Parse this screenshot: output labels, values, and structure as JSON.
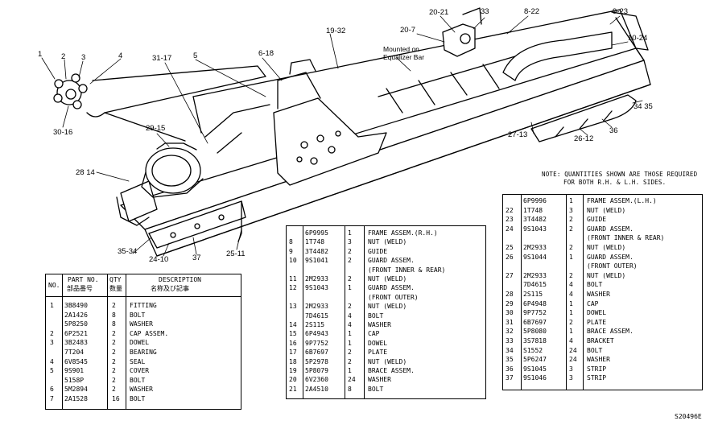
{
  "callouts": {
    "c1": "1",
    "c2": "2",
    "c3": "3",
    "c4": "4",
    "c5": "5",
    "c30_16": "30-16",
    "c31_17": "31-17",
    "c6_18": "6-18",
    "c19_32": "19-32",
    "mounted": "Mounted on",
    "equalizer": "Equalizer Bar",
    "c20_7": "20-7",
    "c20_21": "20-21",
    "c33": "33",
    "c8_22": "8-22",
    "c9_23": "9-23",
    "c10_24": "10-24",
    "c34_35": "34 35",
    "c36": "36",
    "c27_13": "27-13",
    "c26_12": "26-12",
    "c29_15": "29-15",
    "c28_14": "28 14",
    "c35_34": "35-34",
    "c24_10": "24-10",
    "c37": "37",
    "c25_11": "25-11"
  },
  "note": {
    "line1": "NOTE: QUANTITIES SHOWN ARE THOSE REQUIRED",
    "line2": "FOR BOTH R.H. & L.H. SIDES."
  },
  "left_table": {
    "h_no": "NO.",
    "h_part": "PART NO.",
    "h_part_jp": "部品番号",
    "h_qty": "QTY",
    "h_qty_jp": "数量",
    "h_desc": "DESCRIPTION",
    "h_desc_jp": "名称及び記事",
    "rows": [
      {
        "no": "1",
        "part": "3B8490",
        "qty": "2",
        "desc": "FITTING"
      },
      {
        "no": "",
        "part": "2A1426",
        "qty": "8",
        "desc": "BOLT"
      },
      {
        "no": "",
        "part": "5P8250",
        "qty": "8",
        "desc": "WASHER"
      },
      {
        "no": "2",
        "part": "6P2521",
        "qty": "2",
        "desc": "CAP ASSEM."
      },
      {
        "no": "3",
        "part": "3B2483",
        "qty": "2",
        "desc": "  DOWEL"
      },
      {
        "no": "",
        "part": "7T204",
        "qty": "2",
        "desc": "BEARING"
      },
      {
        "no": "4",
        "part": "6V8545",
        "qty": "2",
        "desc": "SEAL"
      },
      {
        "no": "5",
        "part": "9S901",
        "qty": "2",
        "desc": "COVER"
      },
      {
        "no": "",
        "part": "5158P",
        "qty": "2",
        "desc": "BOLT"
      },
      {
        "no": "6",
        "part": "5M2894",
        "qty": "2",
        "desc": "WASHER"
      },
      {
        "no": "7",
        "part": "2A1528",
        "qty": "16",
        "desc": "BOLT"
      }
    ]
  },
  "mid_table": {
    "rows": [
      {
        "no": "",
        "part": "6P9995",
        "qty": "1",
        "desc": "FRAME ASSEM.(R.H.)"
      },
      {
        "no": "8",
        "part": "1T748",
        "qty": "3",
        "desc": "NUT (WELD)"
      },
      {
        "no": "9",
        "part": "3T4482",
        "qty": "2",
        "desc": "GUIDE"
      },
      {
        "no": "10",
        "part": "9S1041",
        "qty": "2",
        "desc": "GUARD ASSEM."
      },
      {
        "no": "",
        "part": "",
        "qty": "",
        "desc": "(FRONT INNER & REAR)"
      },
      {
        "no": "11",
        "part": "2M2933",
        "qty": "2",
        "desc": "  NUT (WELD)"
      },
      {
        "no": "12",
        "part": "9S1043",
        "qty": "1",
        "desc": "GUARD ASSEM."
      },
      {
        "no": "",
        "part": "",
        "qty": "",
        "desc": "(FRONT OUTER)"
      },
      {
        "no": "13",
        "part": "2M2933",
        "qty": "2",
        "desc": "  NUT (WELD)"
      },
      {
        "no": "",
        "part": "7D4615",
        "qty": "4",
        "desc": "BOLT"
      },
      {
        "no": "14",
        "part": "2S115",
        "qty": "4",
        "desc": "WASHER"
      },
      {
        "no": "15",
        "part": "6P4943",
        "qty": "1",
        "desc": "CAP"
      },
      {
        "no": "16",
        "part": "9P7752",
        "qty": "1",
        "desc": "DOWEL"
      },
      {
        "no": "17",
        "part": "6B7697",
        "qty": "2",
        "desc": "PLATE"
      },
      {
        "no": "18",
        "part": "5P2978",
        "qty": "2",
        "desc": "NUT (WELD)"
      },
      {
        "no": "19",
        "part": "5P8079",
        "qty": "1",
        "desc": "BRACE ASSEM."
      },
      {
        "no": "20",
        "part": "6V2360",
        "qty": "24",
        "desc": "WASHER"
      },
      {
        "no": "21",
        "part": "2A4510",
        "qty": "8",
        "desc": "BOLT"
      }
    ]
  },
  "right_table": {
    "rows": [
      {
        "no": "",
        "part": "6P9996",
        "qty": "1",
        "desc": "FRAME ASSEM.(L.H.)"
      },
      {
        "no": "22",
        "part": "1T748",
        "qty": "3",
        "desc": "NUT (WELD)"
      },
      {
        "no": "23",
        "part": "3T4482",
        "qty": "2",
        "desc": "GUIDE"
      },
      {
        "no": "24",
        "part": "9S1043",
        "qty": "2",
        "desc": "GUARD ASSEM."
      },
      {
        "no": "",
        "part": "",
        "qty": "",
        "desc": "(FRONT INNER & REAR)"
      },
      {
        "no": "25",
        "part": "2M2933",
        "qty": "2",
        "desc": "  NUT (WELD)"
      },
      {
        "no": "26",
        "part": "9S1044",
        "qty": "1",
        "desc": "GUARD ASSEM."
      },
      {
        "no": "",
        "part": "",
        "qty": "",
        "desc": "(FRONT OUTER)"
      },
      {
        "no": "27",
        "part": "2M2933",
        "qty": "2",
        "desc": "  NUT (WELD)"
      },
      {
        "no": "",
        "part": "7D4615",
        "qty": "4",
        "desc": "BOLT"
      },
      {
        "no": "28",
        "part": "2S115",
        "qty": "4",
        "desc": "WASHER"
      },
      {
        "no": "29",
        "part": "6P4948",
        "qty": "1",
        "desc": "CAP"
      },
      {
        "no": "30",
        "part": "9P7752",
        "qty": "1",
        "desc": "DOWEL"
      },
      {
        "no": "31",
        "part": "6B7697",
        "qty": "2",
        "desc": "PLATE"
      },
      {
        "no": "32",
        "part": "5P8080",
        "qty": "1",
        "desc": "BRACE ASSEM."
      },
      {
        "no": "33",
        "part": "3S7818",
        "qty": "4",
        "desc": "BRACKET"
      },
      {
        "no": "34",
        "part": "S1552",
        "qty": "24",
        "desc": "BOLT"
      },
      {
        "no": "35",
        "part": "5P6247",
        "qty": "24",
        "desc": "WASHER"
      },
      {
        "no": "36",
        "part": "9S1045",
        "qty": "3",
        "desc": "STRIP"
      },
      {
        "no": "37",
        "part": "9S1046",
        "qty": "3",
        "desc": "STRIP"
      }
    ]
  },
  "footer": {
    "code": "S20496E"
  }
}
